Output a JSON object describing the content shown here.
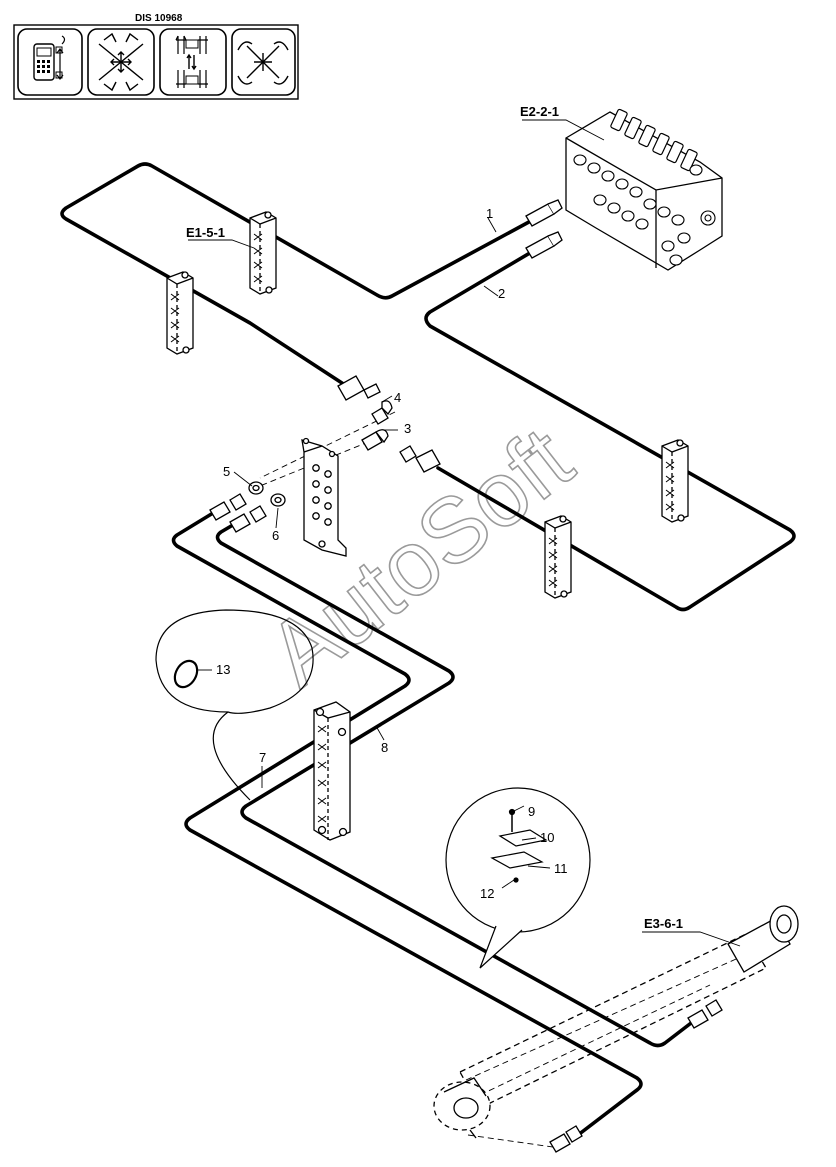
{
  "header_code": "DIS 10968",
  "icons": [
    "remote-control-icon",
    "excavator-multi-arm-icon",
    "dual-hydraulic-flow-icon",
    "excavator-boom-swing-icon"
  ],
  "watermark": "AutoSoft",
  "references": {
    "valve_block": "E2-2-1",
    "hose_clamp": "E1-5-1",
    "cylinder": "E3-6-1"
  },
  "callouts": [
    "1",
    "2",
    "3",
    "4",
    "5",
    "6",
    "7",
    "8",
    "9",
    "10",
    "11",
    "12",
    "13"
  ]
}
